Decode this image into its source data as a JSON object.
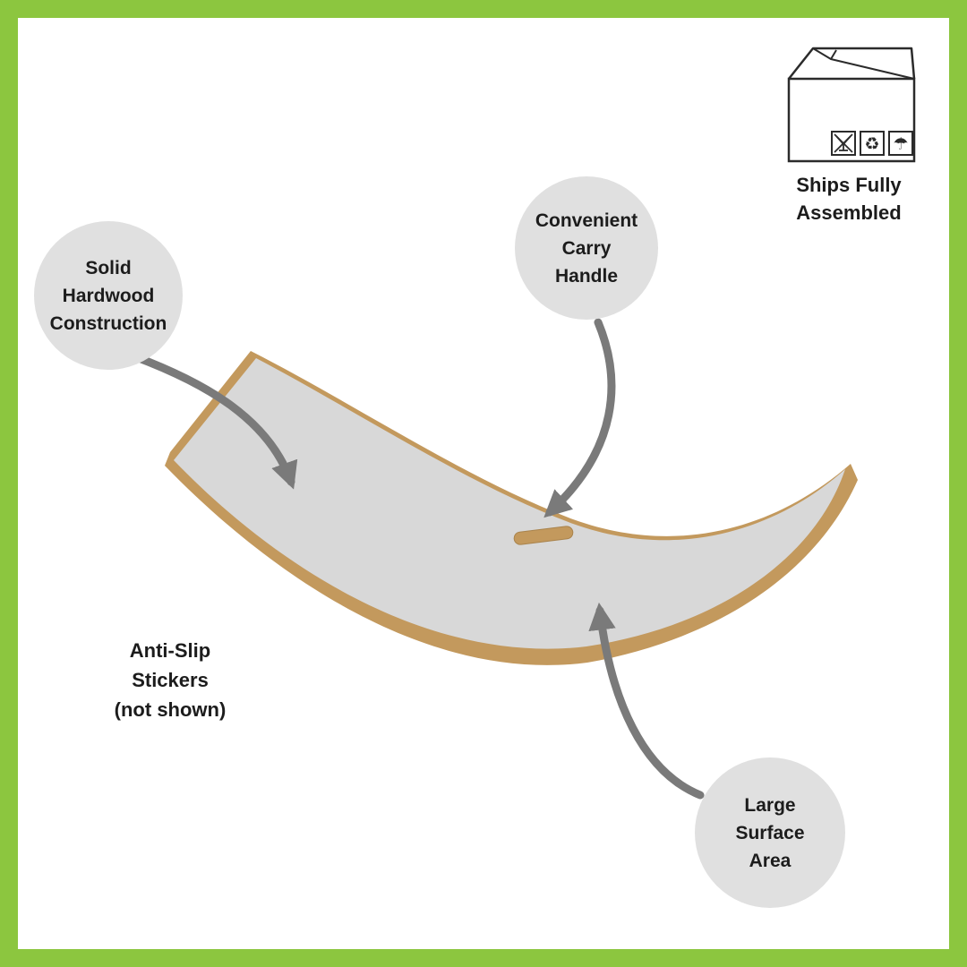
{
  "colors": {
    "frame": "#8CC63F",
    "circle_bg": "#E0E0E0",
    "arrow": "#7A7A7A",
    "board_surface": "#D8D8D8",
    "board_edge": "#C3995D",
    "handle_slot": "#C3995D",
    "text": "#1C1C1C",
    "box_line": "#2B2B2B"
  },
  "callouts": {
    "solid_hardwood": {
      "lines": [
        "Solid",
        "Hardwood",
        "Construction"
      ]
    },
    "carry_handle": {
      "lines": [
        "Convenient",
        "Carry",
        "Handle"
      ]
    },
    "anti_slip": {
      "lines": [
        "Anti-Slip",
        "Stickers",
        "(not shown)"
      ]
    },
    "large_surface": {
      "lines": [
        "Large",
        "Surface",
        "Area"
      ]
    }
  },
  "shipping": {
    "label_lines": [
      "Ships Fully",
      "Assembled"
    ],
    "icons": {
      "recycle": "♻",
      "umbrella": "☂"
    }
  }
}
